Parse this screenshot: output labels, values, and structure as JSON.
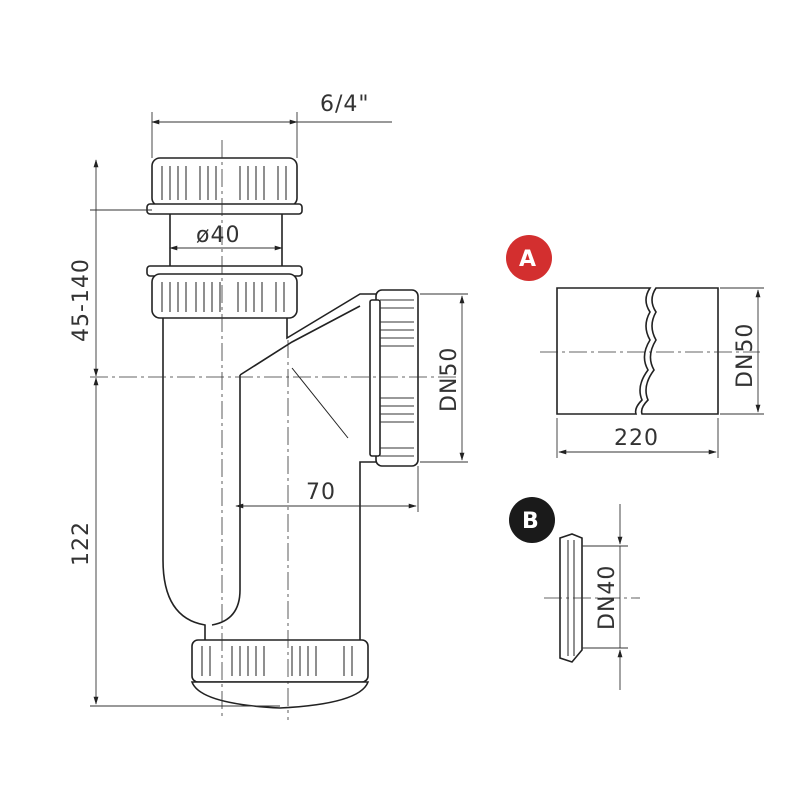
{
  "dimensions": {
    "thread": "6/4\"",
    "diameter": "ø40",
    "height_adjust": "45-140",
    "height_fixed": "122",
    "outlet": "DN50",
    "offset": "70"
  },
  "detail_a": {
    "badge": "A",
    "badge_color": "#d32f2f",
    "diameter": "DN50",
    "length": "220"
  },
  "detail_b": {
    "badge": "B",
    "badge_color": "#1a1a1a",
    "diameter": "DN40"
  }
}
